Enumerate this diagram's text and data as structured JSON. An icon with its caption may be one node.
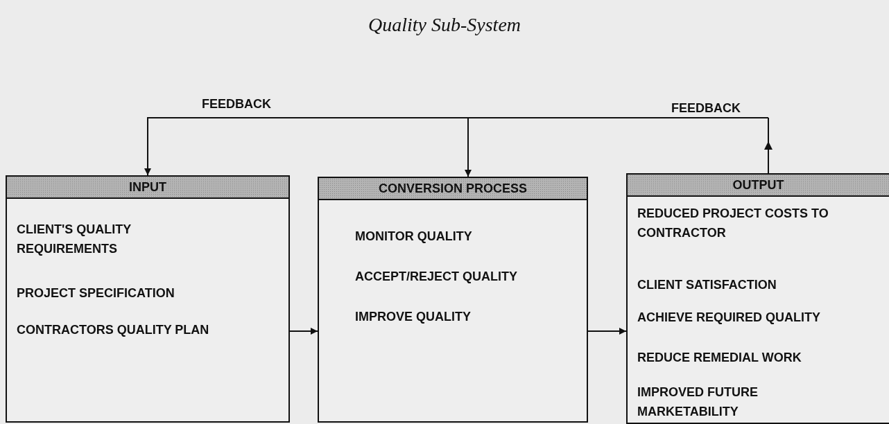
{
  "diagram": {
    "title": "Quality Sub-System",
    "nodes": [
      {
        "text": [
          "INPUT",
          "CLIENT'S QUALITY REQUIREMENTS",
          "PROJECT SPECIFICATION",
          "CONTRACTORS QUALITY PLAN"
        ]
      },
      {
        "text": [
          "CONVERSION PROCESS",
          "MONITOR QUALITY",
          "ACCEPT/REJECT QUALITY",
          "IMPROVE QUALITY"
        ]
      },
      {
        "text": [
          "OUTPUT",
          "REDUCED PROJECT COSTS TO CONTRACTOR",
          "CLIENT SATISFACTION",
          "ACHIEVE REQUIRED QUALITY",
          "REDUCE REMEDIAL WORK",
          "IMPROVED FUTURE MARKETABILITY"
        ]
      }
    ],
    "edges": [
      {
        "from": 2,
        "to": 0,
        "arrow": "to",
        "label": "FEEDBACK"
      },
      {
        "from": 2,
        "to": 1,
        "arrow": "to",
        "label": "FEEDBACK"
      },
      {
        "from": 0,
        "to": 1,
        "arrow": "to"
      },
      {
        "from": 1,
        "to": 2,
        "arrow": "to"
      }
    ]
  }
}
